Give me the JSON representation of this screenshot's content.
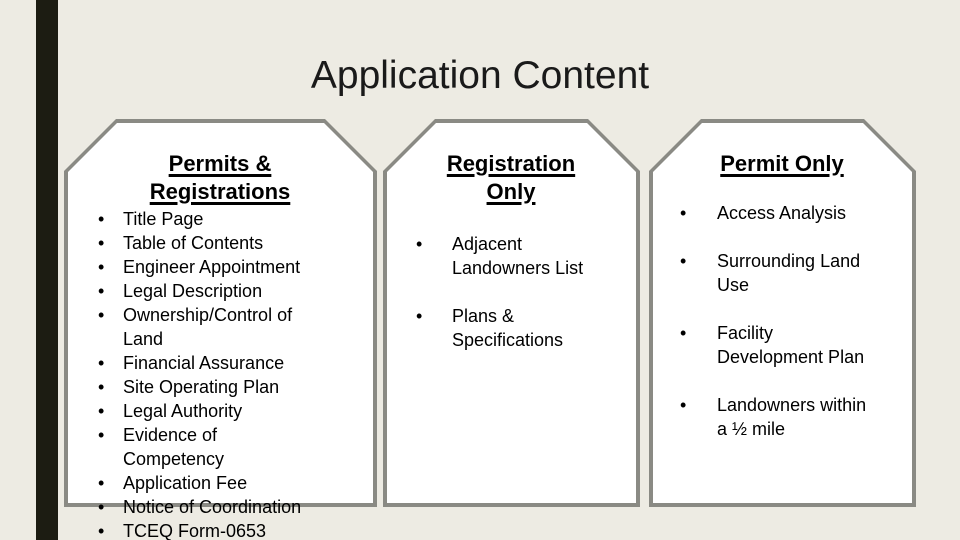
{
  "title": "Application Content",
  "bullet": "•",
  "colors": {
    "background": "#edebe3",
    "bar": "#1c1c12",
    "card_border": "#8a8a84",
    "card_fill": "#ffffff",
    "text": "#000000",
    "title": "#1a1a1a"
  },
  "cards": [
    {
      "title": "Permits & Registrations",
      "items": [
        "Title Page",
        "Table of Contents",
        "Engineer Appointment",
        "Legal Description",
        "Ownership/Control of Land",
        "Financial Assurance",
        "Site Operating Plan",
        "Legal Authority",
        "Evidence of Competency",
        "Application Fee",
        "Notice of Coordination",
        "TCEQ Form-0653"
      ]
    },
    {
      "title": "Registration Only",
      "items": [
        "Adjacent Landowners List",
        "Plans & Specifications"
      ]
    },
    {
      "title": "Permit Only",
      "items": [
        "Access Analysis",
        "Surrounding Land Use",
        "Facility Development Plan",
        "Landowners within a ½ mile"
      ]
    }
  ]
}
